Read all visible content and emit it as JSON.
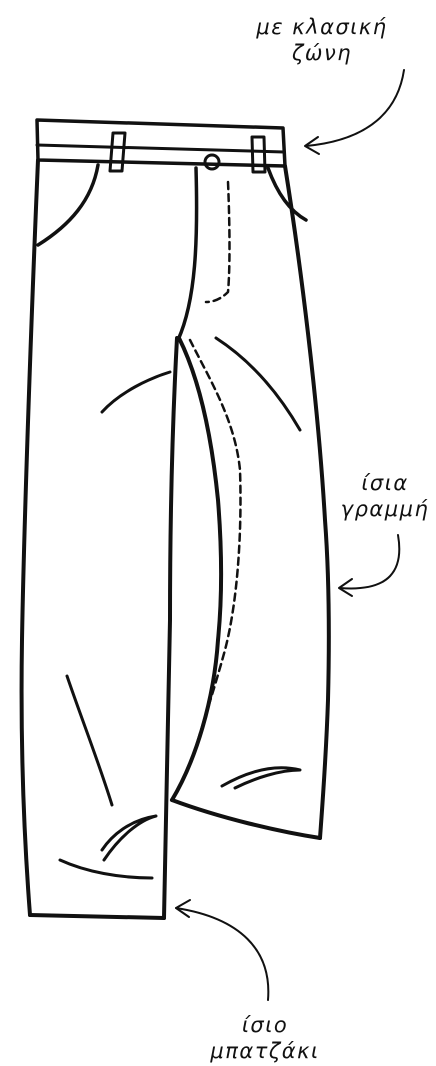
{
  "labels": {
    "belt": {
      "line1": "με κλασική",
      "line2": "ζώνη"
    },
    "straight_line": {
      "line1": "ίσια",
      "line2": "γραμμή"
    },
    "straight_hem": {
      "line1": "ίσιο",
      "line2": "μπατζάκι"
    }
  },
  "colors": {
    "ink": "#111111",
    "background": "#ffffff"
  },
  "icons": [
    "pants-illustration",
    "arrow-icon",
    "arrow-icon",
    "arrow-icon"
  ]
}
